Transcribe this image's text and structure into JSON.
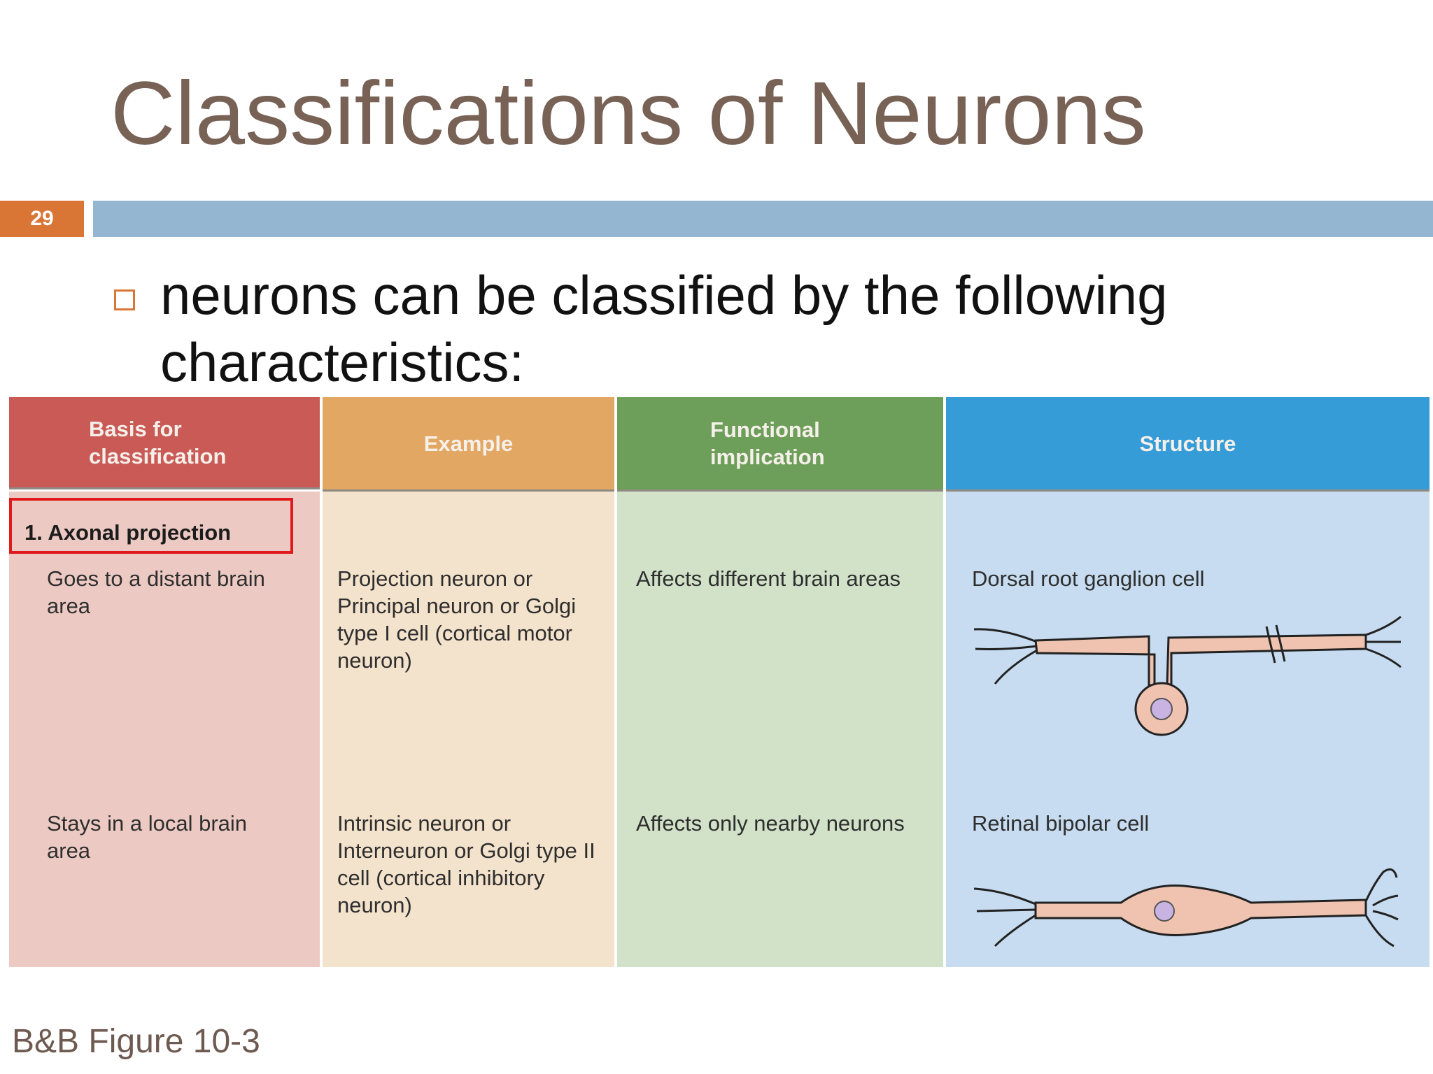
{
  "slide": {
    "title": "Classifications of Neurons",
    "number": "29",
    "bullet": "neurons can be classified by the following characteristics:",
    "source": "B&B Figure 10-3"
  },
  "table": {
    "headers": {
      "basis": "Basis for classification",
      "example": "Example",
      "functional": "Functional implication",
      "structure": "Structure"
    },
    "section": "1. Axonal projection",
    "rows": [
      {
        "basis": "Goes to a distant brain area",
        "example": "Projection neuron or Principal neuron or Golgi type I cell (cortical motor neuron)",
        "functional": "Affects different brain areas",
        "structure": "Dorsal root ganglion cell"
      },
      {
        "basis": "Stays in a local brain area",
        "example": "Intrinsic neuron or Interneuron or Golgi type II cell (cortical inhibitory neuron)",
        "functional": "Affects only nearby neurons",
        "structure": "Retinal bipolar cell"
      }
    ]
  },
  "colors": {
    "accent_orange": "#d97636",
    "header_bar": "#94b6d0",
    "title_color": "#786155",
    "highlight_red": "#e0191d"
  }
}
